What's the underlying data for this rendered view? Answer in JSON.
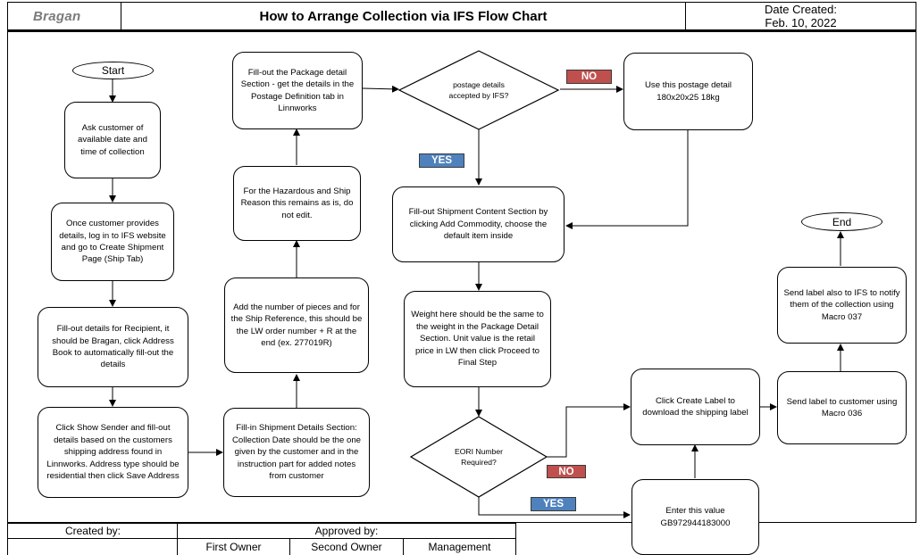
{
  "header": {
    "logo": "Bragan",
    "title": "How to Arrange Collection via IFS Flow Chart",
    "date_label": "Date Created:",
    "date_value": "Feb. 10, 2022"
  },
  "flow": {
    "start": "Start",
    "end": "End",
    "ask_customer": "Ask customer of available date and time of collection",
    "login_ifs": "Once customer provides details, log in to IFS website and go to Create Shipment Page (Ship Tab)",
    "recipient": "Fill-out details for Recipient, it should be Bragan, click Address Book to automatically fill-out the details",
    "show_sender": "Click Show Sender and fill-out details based on the customers shipping address found in Linnworks. Address type should be residential then click Save Address",
    "shipment_details": "Fill-in Shipment Details Section: Collection Date should be the one given by the customer and in the instruction part for added notes from customer",
    "pieces": "Add the number of pieces and for the Ship Reference, this should be the LW order number + R at the end (ex. 277019R)",
    "hazardous": "For the Hazardous and Ship Reason this remains as is, do not edit.",
    "package_detail": "Fill-out the Package detail Section - get the details in the Postage Definition tab in Linnworks",
    "postage_decision": "postage details accepted by IFS?",
    "use_postage": "Use this postage detail  180x20x25 18kg",
    "shipment_content": "Fill-out Shipment Content Section by clicking Add Commodity, choose the default item inside",
    "weight": "Weight here should be the same to the weight in the Package Detail Section. Unit value is the retail price in LW then click Proceed to Final Step",
    "eori_decision": "EORI Number Required?",
    "enter_value": "Enter this value GB972944183000",
    "create_label": "Click Create Label to download the shipping label",
    "send_label_customer": "Send label to customer using Macro 036",
    "send_label_ifs": "Send label also to IFS to notify them of the collection using Macro 037",
    "no_label": "NO",
    "yes_label": "YES"
  },
  "footer": {
    "created_by": "Created by:",
    "approved_by": "Approved by:",
    "first_owner": "First Owner",
    "second_owner": "Second Owner",
    "management": "Management"
  },
  "colors": {
    "no_badge": "#c0504d",
    "yes_badge": "#4f81bd"
  }
}
